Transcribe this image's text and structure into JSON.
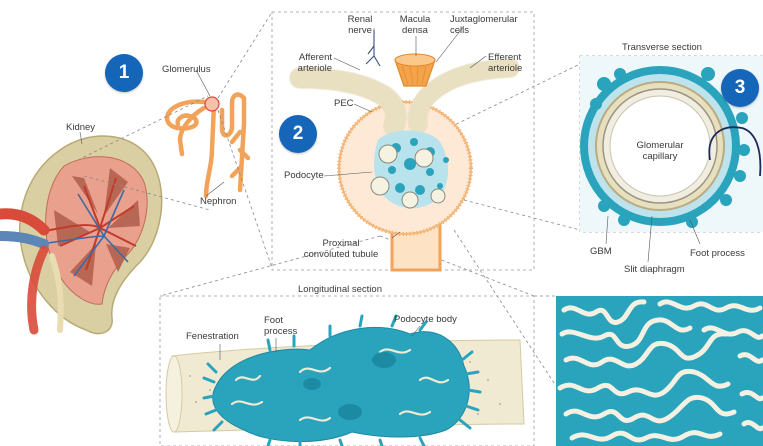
{
  "colors": {
    "badge": "#1565b8",
    "podocyte": "#2aa3bd",
    "tubule": "#f2a35a",
    "capsule_fill": "#fde9d6",
    "kidney_cortex": "#d9cfa3",
    "vessel_red": "#d84a3a",
    "vessel_blue": "#5b86b5"
  },
  "badges": [
    "1",
    "2",
    "3"
  ],
  "panel1": {
    "kidney": "Kidney",
    "glomerulus": "Glomerulus",
    "nephron": "Nephron"
  },
  "panel2": {
    "renal_nerve": "Renal\nnerve",
    "macula_densa": "Macula\ndensa",
    "juxtaglomerular_cells": "Juxtaglomerular\ncells",
    "afferent_arteriole": "Afferent\narteriole",
    "efferent_arteriole": "Efferent\narteriole",
    "pec": "PEC",
    "podocyte": "Podocyte",
    "proximal_tubule": "Proximal\nconvoluted tubule"
  },
  "panel3": {
    "title": "Transverse section",
    "capillary": "Glomerular\ncapillary",
    "gbm": "GBM",
    "slit_diaphragm": "Slit diaphragm",
    "foot_process": "Foot process"
  },
  "panel4": {
    "title": "Longitudinal section",
    "fenestration": "Fenestration",
    "foot_process": "Foot\nprocess",
    "podocyte_body": "Podocyte body"
  }
}
